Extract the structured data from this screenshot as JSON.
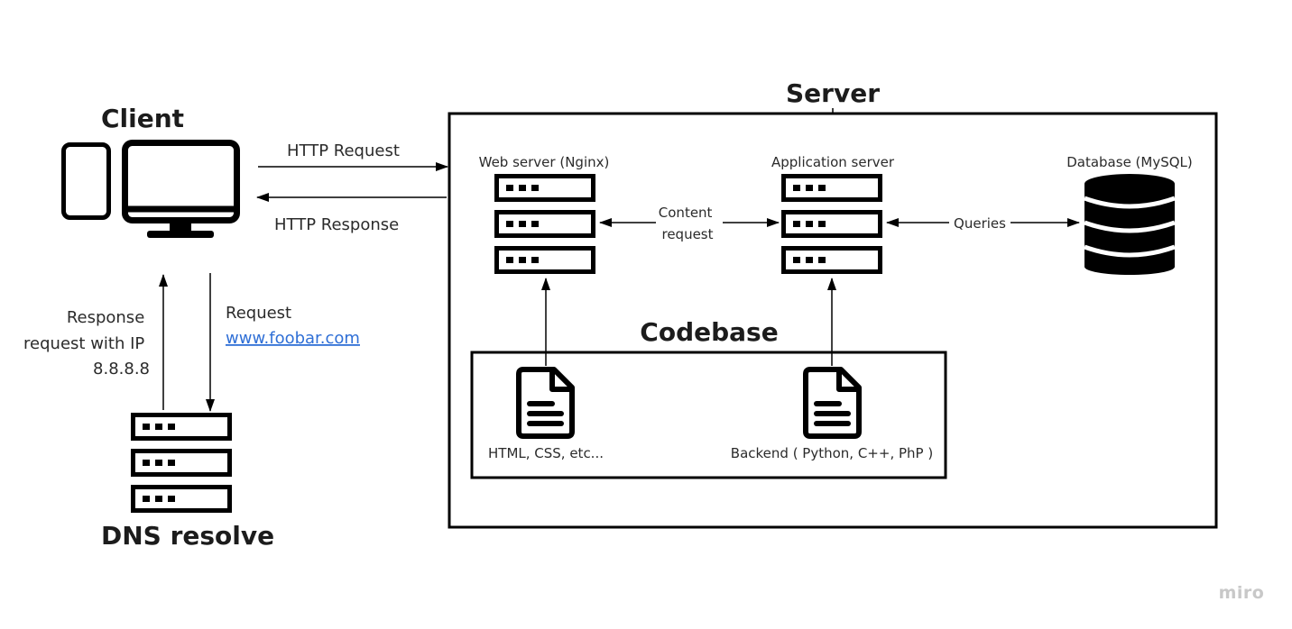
{
  "client": {
    "title": "Client",
    "http_request": "HTTP Request",
    "http_response": "HTTP Response",
    "dns_response_lines": [
      "Response",
      "request with IP",
      "8.8.8.8"
    ],
    "dns_request_label": "Request",
    "dns_request_link": "www.foobar.com",
    "link_color": "#2f6fd6"
  },
  "dns": {
    "title": "DNS resolve"
  },
  "server": {
    "title": "Server",
    "web_server": "Web server (Nginx)",
    "app_server": "Application server",
    "database": "Database (MySQL)",
    "content_request_lines": [
      "Content",
      "request"
    ],
    "queries": "Queries"
  },
  "codebase": {
    "title": "Codebase",
    "frontend": "HTML, CSS, etc...",
    "backend": "Backend ( Python, C++, PhP )"
  },
  "watermark": "miro"
}
